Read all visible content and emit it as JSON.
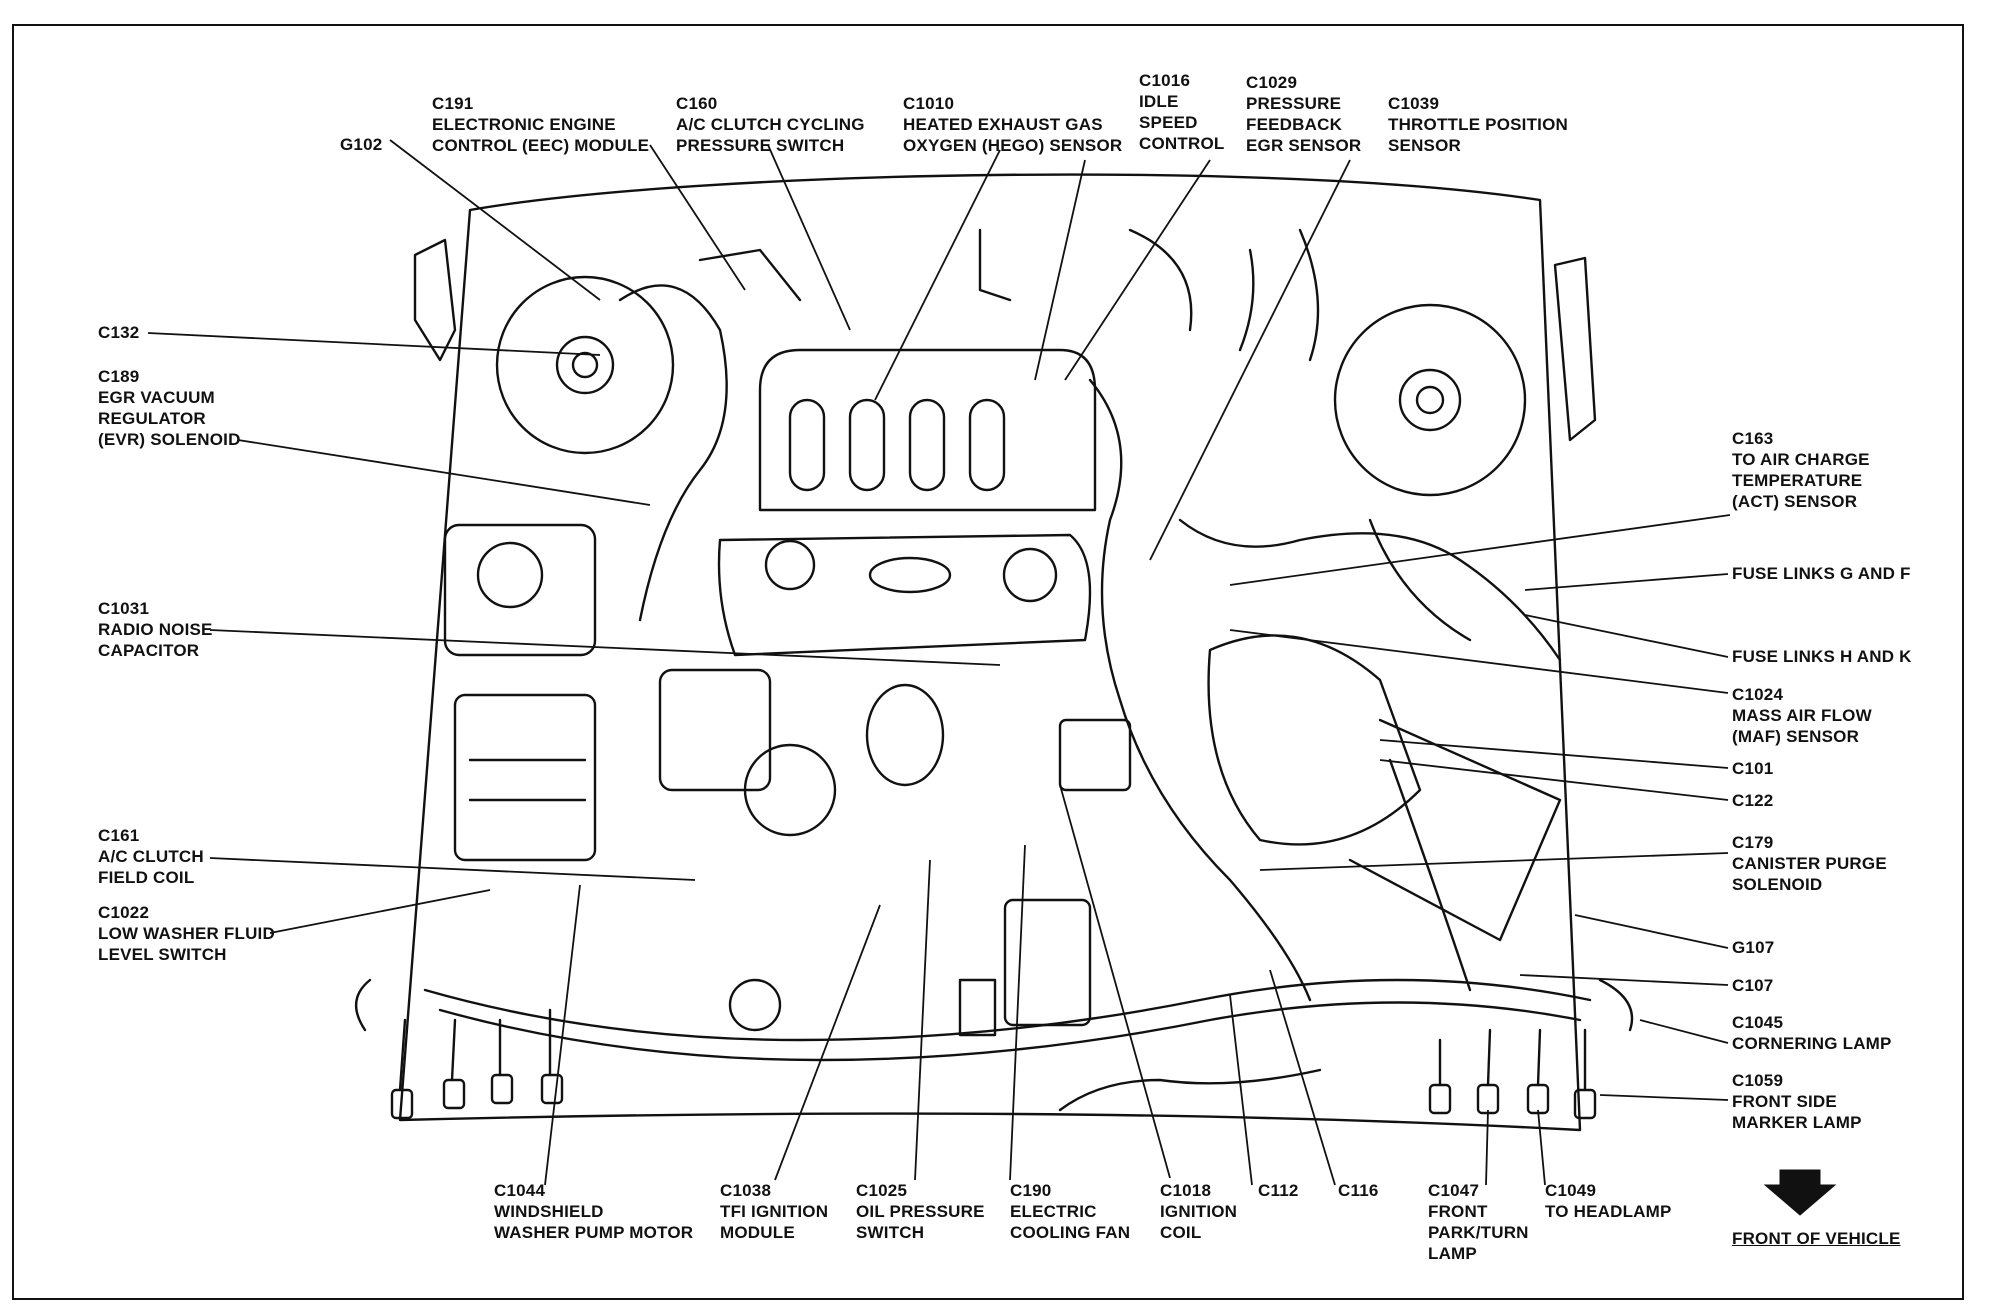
{
  "labels": {
    "c191": [
      "C191",
      "ELECTRONIC ENGINE",
      "CONTROL (EEC) MODULE"
    ],
    "c160": [
      "C160",
      "A/C CLUTCH CYCLING",
      "PRESSURE SWITCH"
    ],
    "c1010": [
      "C1010",
      "HEATED EXHAUST GAS",
      "OXYGEN (HEGO) SENSOR"
    ],
    "c1016": [
      "C1016",
      "IDLE",
      "SPEED",
      "CONTROL"
    ],
    "c1029": [
      "C1029",
      "PRESSURE",
      "FEEDBACK",
      "EGR SENSOR"
    ],
    "c1039": [
      "C1039",
      "THROTTLE POSITION",
      "SENSOR"
    ],
    "g102": [
      "G102"
    ],
    "c132": [
      "C132"
    ],
    "c189": [
      "C189",
      "EGR VACUUM",
      "REGULATOR",
      "(EVR) SOLENOID"
    ],
    "c1031": [
      "C1031",
      "RADIO NOISE",
      "CAPACITOR"
    ],
    "c161": [
      "C161",
      "A/C CLUTCH",
      "FIELD COIL"
    ],
    "c1022": [
      "C1022",
      "LOW WASHER FLUID",
      "LEVEL SWITCH"
    ],
    "c163": [
      "C163",
      "TO AIR CHARGE",
      "TEMPERATURE",
      "(ACT) SENSOR"
    ],
    "fuse_gf": [
      "FUSE LINKS G AND F"
    ],
    "fuse_hk": [
      "FUSE LINKS H AND K"
    ],
    "c1024": [
      "C1024",
      "MASS AIR FLOW",
      "(MAF) SENSOR"
    ],
    "c101": [
      "C101"
    ],
    "c122": [
      "C122"
    ],
    "c179": [
      "C179",
      "CANISTER PURGE",
      "SOLENOID"
    ],
    "g107": [
      "G107"
    ],
    "c107": [
      "C107"
    ],
    "c1045": [
      "C1045",
      "CORNERING LAMP"
    ],
    "c1059": [
      "C1059",
      "FRONT SIDE",
      "MARKER LAMP"
    ],
    "c1044": [
      "C1044",
      "WINDSHIELD",
      "WASHER PUMP MOTOR"
    ],
    "c1038": [
      "C1038",
      "TFI IGNITION",
      "MODULE"
    ],
    "c1025": [
      "C1025",
      "OIL PRESSURE",
      "SWITCH"
    ],
    "c190": [
      "C190",
      "ELECTRIC",
      "COOLING FAN"
    ],
    "c1018": [
      "C1018",
      "IGNITION",
      "COIL"
    ],
    "c112": [
      "C112"
    ],
    "c116": [
      "C116"
    ],
    "c1047": [
      "C1047",
      "FRONT",
      "PARK/TURN",
      "LAMP"
    ],
    "c1049": [
      "C1049",
      "TO HEADLAMP"
    ],
    "front": [
      "FRONT OF VEHICLE"
    ]
  },
  "colors": {
    "ink": "#111111",
    "paper": "#ffffff"
  }
}
